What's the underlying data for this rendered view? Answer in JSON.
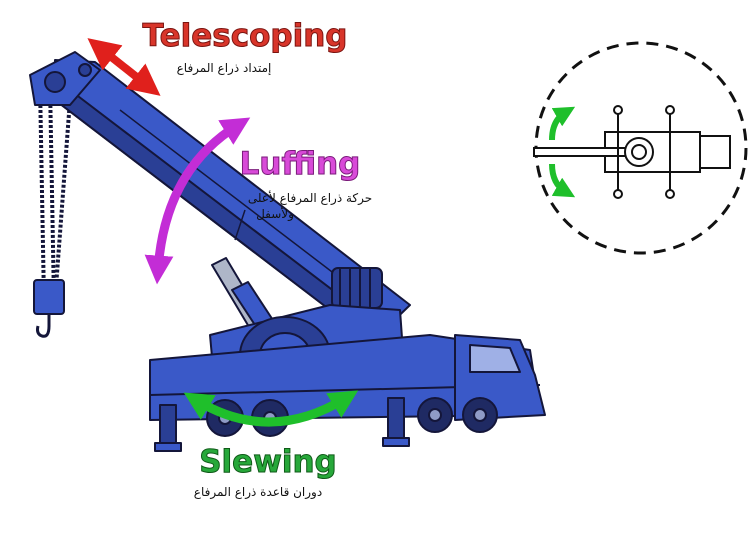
{
  "labels": {
    "telescoping": {
      "title": "Telescoping",
      "arabic": "إمتداد ذراع المرفاع",
      "color": "#d8352a"
    },
    "luffing": {
      "title": "Luffing",
      "arabic_line1": "حركة ذراع المرفاع لأعلى",
      "arabic_line2": "ولأسفل",
      "color": "#d84ad8"
    },
    "slewing": {
      "title": "Slewing",
      "arabic": "دوران قاعدة ذراع المرفاع",
      "color": "#27a83a"
    }
  },
  "colors": {
    "crane_blue": "#3a59c8",
    "crane_dark": "#2a3f95",
    "outline": "#14163a",
    "telescoping_arrow": "#e0201c",
    "luffing_arrow": "#c32dd6",
    "slewing_arrow": "#1fbf2b"
  },
  "icons": {
    "telescoping_arrow": "double-arrow-icon",
    "luffing_arrow": "curved-double-arrow-icon",
    "slewing_arrow": "curved-double-arrow-icon",
    "top_view_rotation": "curved-arrow-icon"
  }
}
